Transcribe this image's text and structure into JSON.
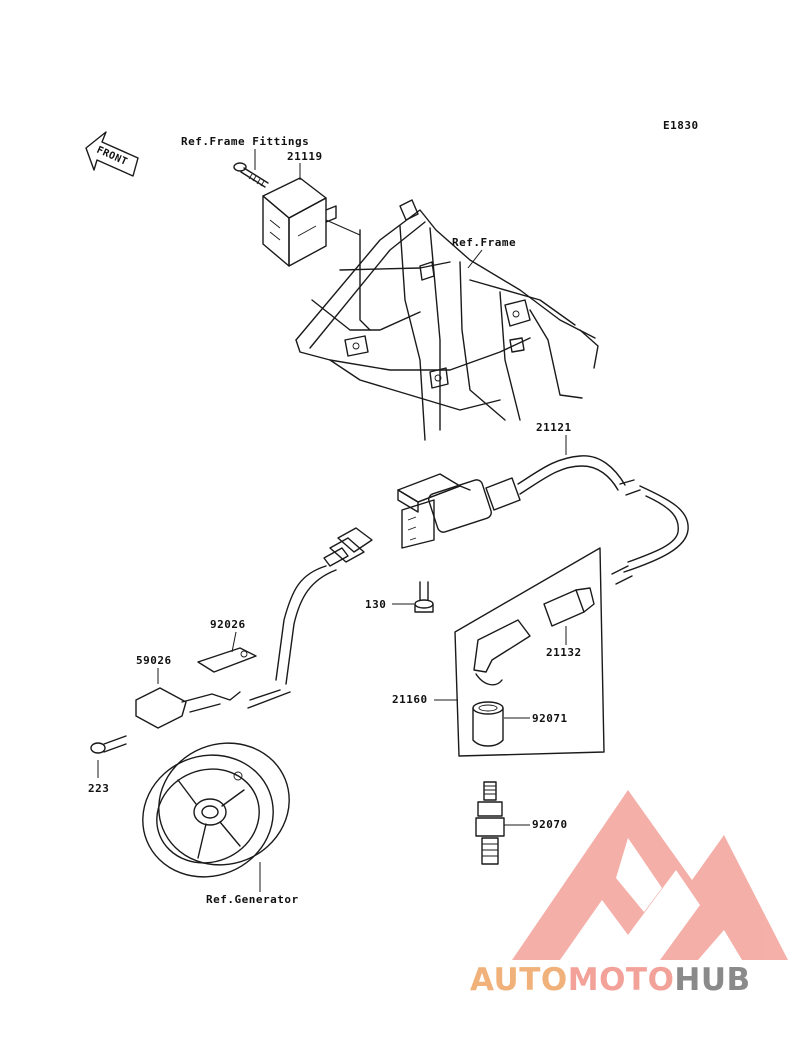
{
  "diagram": {
    "code": "E1830",
    "front_label": "FRONT",
    "labels": {
      "ref_frame_fittings": "Ref.Frame Fittings",
      "p21119": "21119",
      "ref_frame": "Ref.Frame",
      "p21121": "21121",
      "p130": "130",
      "p21132": "21132",
      "p21160": "21160",
      "p92071": "92071",
      "p92070": "92070",
      "p92026": "92026",
      "p59026": "59026",
      "p223": "223",
      "ref_generator": "Ref.Generator"
    }
  },
  "watermark": {
    "text_part1": "AUTO",
    "text_part2": "MOTO",
    "text_part3": "HUB",
    "color_primary": "#f3a29a",
    "color_secondary": "#f0b27a",
    "color_dark": "#8a8a8a"
  }
}
